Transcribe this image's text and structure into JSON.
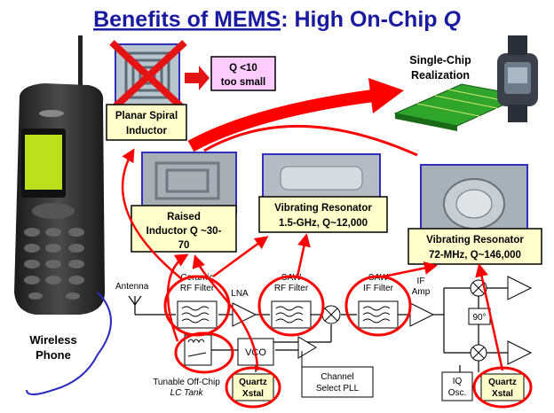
{
  "title": {
    "main": "Benefits of MEMS",
    "sep": ": High On-Chip ",
    "q": "Q"
  },
  "phone": {
    "label_line1": "Wireless",
    "label_line2": "Phone"
  },
  "callouts": {
    "planar": {
      "line1": "Planar Spiral",
      "line2": "Inductor"
    },
    "qsmall": {
      "line1": "Q <10",
      "line2": "too small"
    },
    "single_chip": {
      "line1": "Single-Chip",
      "line2": "Realization"
    },
    "raised": {
      "line1": "Raised",
      "line2": "Inductor Q ~30-",
      "line3": "70"
    },
    "vib15": {
      "line1": "Vibrating Resonator",
      "line2": "1.5-GHz, Q~12,000"
    },
    "vib72": {
      "line1": "Vibrating Resonator",
      "line2": "72-MHz, Q~146,000"
    }
  },
  "blocks": {
    "antenna": "Antenna",
    "ceramic_filter": {
      "line1": "Ceramic",
      "line2": "RF Filter"
    },
    "lna": "LNA",
    "saw_rf": {
      "line1": "SAW",
      "line2": "RF Filter"
    },
    "saw_if": {
      "line1": "SAW",
      "line2": "IF Filter"
    },
    "if_amp": {
      "line1": "IF",
      "line2": "Amp"
    },
    "vco": "VCO",
    "quartz1": {
      "line1": "Quartz",
      "line2": "Xstal"
    },
    "channel_pll": {
      "line1": "Channel",
      "line2": "Select PLL"
    },
    "tank": {
      "line1": "Tunable Off-Chip",
      "line2": "LC Tank"
    },
    "iq_osc": {
      "line1": "IQ",
      "line2": "Osc."
    },
    "quartz2": {
      "line1": "Quartz",
      "line2": "Xstal"
    },
    "phase90": "90°"
  },
  "colors": {
    "title": "#1a1aa0",
    "callout_fill": "#ffffcc",
    "pink_fill": "#ffccff",
    "arrow_red": "#ff0000",
    "frame_blue": "#3030c0"
  }
}
